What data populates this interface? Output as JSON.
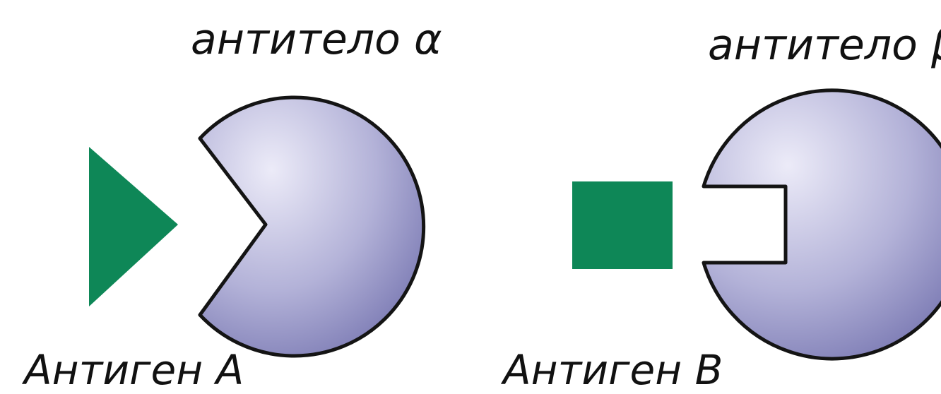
{
  "labels": {
    "antibody_alpha": "антитело α",
    "antibody_beta": "антитело β",
    "antigen_a": "Антиген А",
    "antigen_b": "Антиген В"
  },
  "colors": {
    "antigen": "#0e8757",
    "antibody_fill_light": "#d8d8ee",
    "antibody_fill_dark": "#7a7ab4",
    "outline": "#141414"
  }
}
